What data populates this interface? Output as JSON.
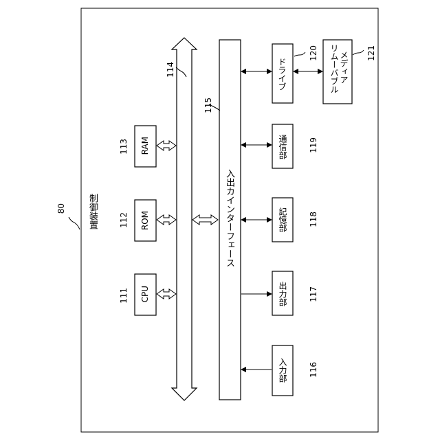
{
  "device": {
    "ref": "80",
    "title": "制御装置"
  },
  "bus": {
    "ref": "114"
  },
  "interface": {
    "ref": "115",
    "label": "入出カインターフェース"
  },
  "cpu": {
    "ref": "111",
    "label": "CPU"
  },
  "rom": {
    "ref": "112",
    "label": "ROM"
  },
  "ram": {
    "ref": "113",
    "label": "RAM"
  },
  "input": {
    "ref": "116",
    "label": "入力部"
  },
  "output": {
    "ref": "117",
    "label": "出力部"
  },
  "storage": {
    "ref": "118",
    "label": "記憶部"
  },
  "comm": {
    "ref": "119",
    "label": "通信部"
  },
  "drive": {
    "ref": "120",
    "label": "ドライブ"
  },
  "media": {
    "ref": "121",
    "line1": "リムーバブル",
    "line2": "メディア"
  }
}
